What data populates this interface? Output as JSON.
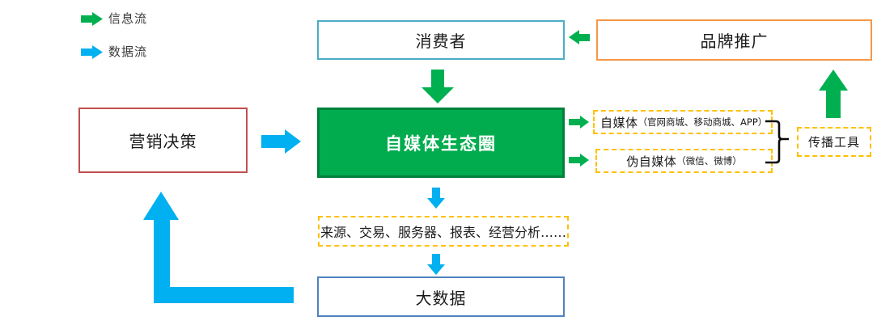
{
  "legend": {
    "items": [
      {
        "label": "信息流",
        "flow": "information",
        "color": "#00B050"
      },
      {
        "label": "数据流",
        "flow": "data",
        "color": "#00B0F0"
      }
    ]
  },
  "nodes": {
    "consumer": {
      "label": "消费者"
    },
    "brand": {
      "label": "品牌推广"
    },
    "marketing": {
      "label": "营销决策"
    },
    "ecosystem": {
      "label": "自媒体生态圈"
    },
    "self_media": {
      "label_main": "自媒体",
      "label_sub": "（官网商城、移动商城、APP）"
    },
    "pseudo_self_media": {
      "label_main": "伪自媒体",
      "label_sub": "（微信、微博）"
    },
    "tools": {
      "label": "传播工具"
    },
    "datasources": {
      "label": "来源、交易、服务器、报表、经营分析……"
    },
    "bigdata": {
      "label": "大数据"
    }
  },
  "colors": {
    "info_flow_green": "#00B050",
    "data_flow_blue": "#00B0F0",
    "consumer_border": "#4BACC6",
    "brand_border": "#F79646",
    "marketing_border": "#C0504D",
    "ecosystem_fill": "#00AC4E",
    "ecosystem_border": "#00813A",
    "dashed_gold": "#FFC000",
    "bigdata_border": "#4F81BD",
    "connector_black": "#0a0a0a"
  }
}
